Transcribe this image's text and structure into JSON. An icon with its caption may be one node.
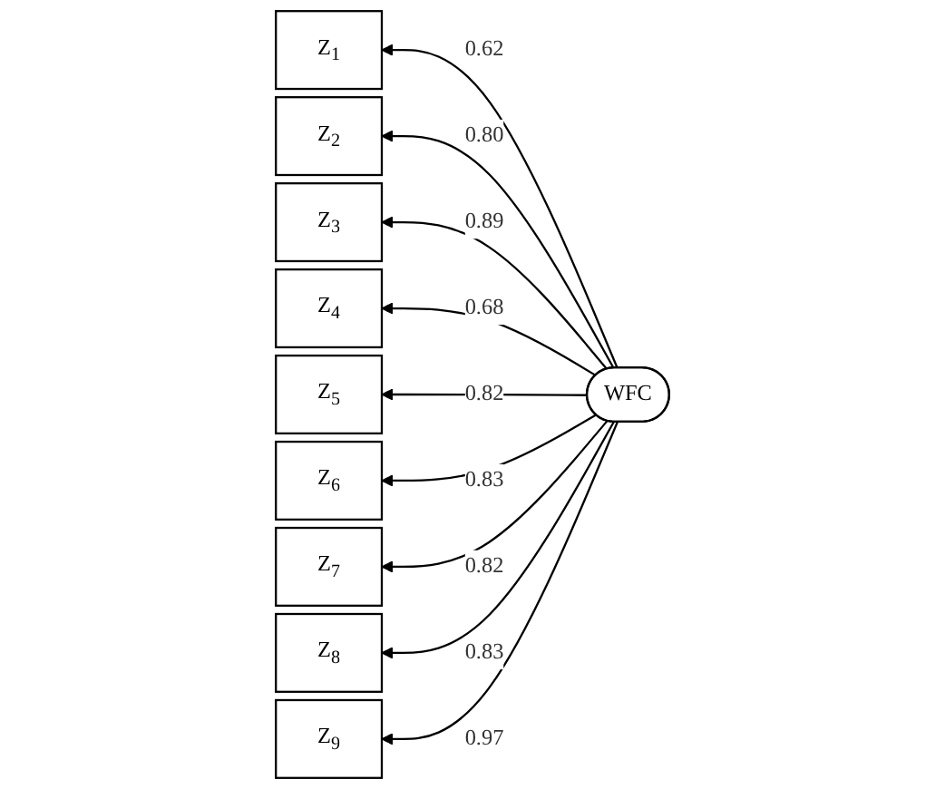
{
  "diagram": {
    "nodes": [
      {
        "text": [
          "Z$_{1}$"
        ]
      },
      {
        "text": [
          "Z$_{2}$"
        ]
      },
      {
        "text": [
          "Z$_{3}$"
        ]
      },
      {
        "text": [
          "Z$_{4}$"
        ]
      },
      {
        "text": [
          "Z$_{5}$"
        ]
      },
      {
        "text": [
          "Z$_{6}$"
        ]
      },
      {
        "text": [
          "Z$_{7}$"
        ]
      },
      {
        "text": [
          "Z$_{8}$"
        ]
      },
      {
        "text": [
          "Z$_{9}$"
        ]
      },
      {
        "text": [
          "WFC"
        ]
      }
    ],
    "edges": [
      {
        "from": 9,
        "to": 0,
        "arrow": "to",
        "label": "0.62"
      },
      {
        "from": 9,
        "to": 1,
        "arrow": "to",
        "label": "0.80"
      },
      {
        "from": 9,
        "to": 2,
        "arrow": "to",
        "label": "0.89"
      },
      {
        "from": 9,
        "to": 3,
        "arrow": "to",
        "label": "0.68"
      },
      {
        "from": 9,
        "to": 4,
        "arrow": "to",
        "label": "0.82"
      },
      {
        "from": 9,
        "to": 5,
        "arrow": "to",
        "label": "0.83"
      },
      {
        "from": 9,
        "to": 6,
        "arrow": "to",
        "label": "0.82"
      },
      {
        "from": 9,
        "to": 7,
        "arrow": "to",
        "label": "0.83"
      },
      {
        "from": 9,
        "to": 8,
        "arrow": "to",
        "label": "0.97"
      }
    ]
  }
}
